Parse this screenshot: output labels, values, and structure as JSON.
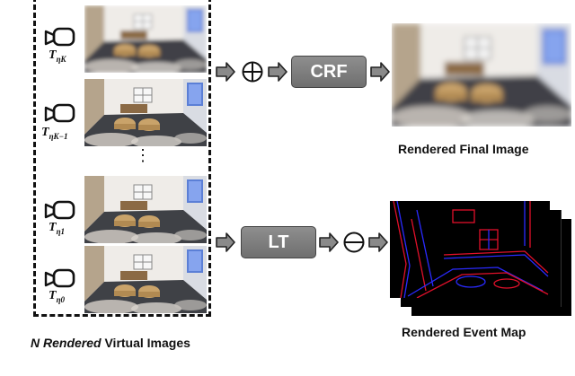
{
  "virtual_images": {
    "caption_italic": "N Rendered",
    "caption_rest": " Virtual Images",
    "vdots": "⋮",
    "poses": [
      {
        "base": "T",
        "sub": "ηK"
      },
      {
        "base": "T",
        "sub": "ηK−1"
      },
      {
        "base": "T",
        "sub": "η1"
      },
      {
        "base": "T",
        "sub": "η0"
      }
    ]
  },
  "top_branch": {
    "operator": "⊕",
    "module_label": "CRF",
    "output_caption": "Rendered Final Image"
  },
  "bottom_branch": {
    "operator": "⊖",
    "module_label": "LT",
    "output_caption": "Rendered Event Map"
  },
  "colors": {
    "module_fill": "#7f7f7f",
    "event_red": "#e0102a",
    "event_blue": "#2a2aff",
    "arrow_fill": "#8a8a8a"
  },
  "icons": {
    "camera": "camera-icon",
    "arrow": "block-arrow-right-icon"
  }
}
